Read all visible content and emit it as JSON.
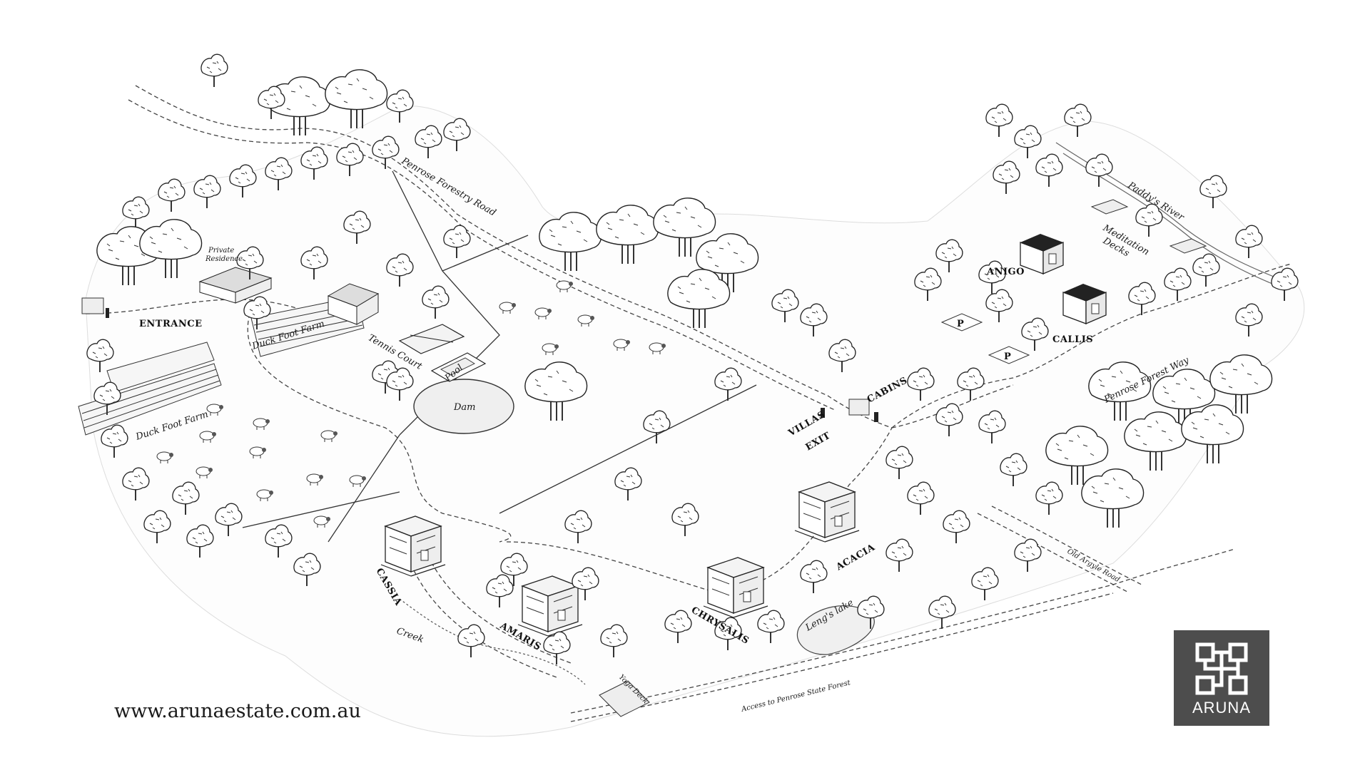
{
  "map": {
    "labels": {
      "entrance": "ENTRANCE",
      "private_residence_1": "Private",
      "private_residence_2": "Residence",
      "duck_foot_farm_upper": "Duck Foot Farm",
      "duck_foot_farm_lower": "Duck Foot Farm",
      "tennis_court": "Tennis Court",
      "pool": "Pool",
      "dam": "Dam",
      "penrose_forestry_road": "Penrose Forestry Road",
      "villas": "VILLAS",
      "exit": "EXIT",
      "cabins": "CABINS",
      "anigo": "ANIGO",
      "callis": "CALLIS",
      "meditation_1": "Meditation",
      "meditation_2": "Decks",
      "paddys_river": "Paddy's River",
      "penrose_forest_way": "Penrose Forest Way",
      "old_argyle_road": "Old Argyle Road",
      "cassia": "CASSIA",
      "amaris": "AMARIS",
      "chrysalis": "CHRYSALIS",
      "acacia": "ACACIA",
      "lengs_lake": "Leng's lake",
      "creek": "Creek",
      "yoga_deck": "Yoga Deck",
      "access_penrose": "Access to Penrose State Forest",
      "parking": "P"
    }
  },
  "footer": {
    "website": "www.arunaestate.com.au"
  },
  "logo": {
    "text": "ARUNA",
    "background": "#4d4d4d"
  }
}
